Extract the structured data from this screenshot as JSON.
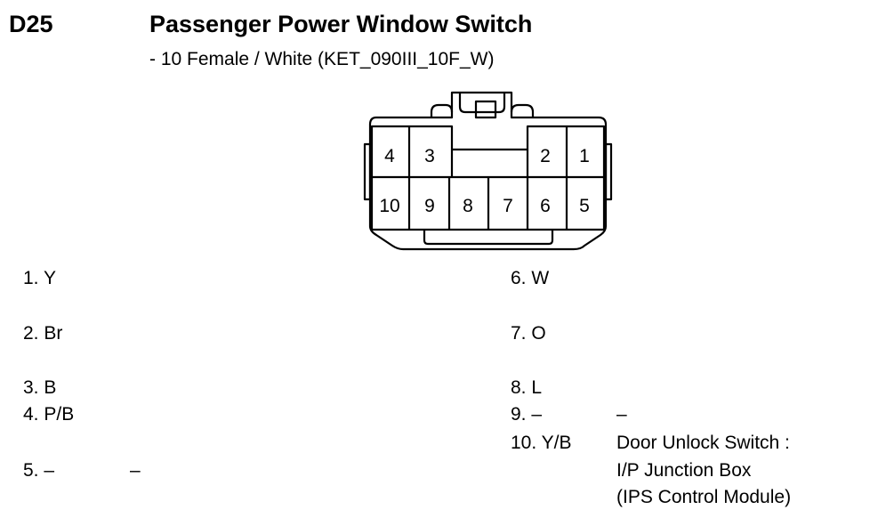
{
  "header": {
    "code": "D25",
    "title": "Passenger Power Window Switch",
    "subtitle": "- 10 Female / White (KET_090III_10F_W)"
  },
  "connector": {
    "top_row": [
      "4",
      "3",
      "2",
      "1"
    ],
    "bottom_row": [
      "10",
      "9",
      "8",
      "7",
      "6",
      "5"
    ]
  },
  "pins": {
    "left": [
      {
        "label": "1. Y",
        "desc": ""
      },
      {
        "label": "2. Br",
        "desc": ""
      },
      {
        "label": "3. B",
        "desc": ""
      },
      {
        "label": "4. P/B",
        "desc": ""
      },
      {
        "label": "5. –",
        "desc": "–"
      }
    ],
    "right": [
      {
        "label": "6. W",
        "desc": ""
      },
      {
        "label": "7. O",
        "desc": ""
      },
      {
        "label": "8. L",
        "desc": ""
      },
      {
        "label": "9. –",
        "desc": "–"
      },
      {
        "label": "10. Y/B",
        "desc": "Door Unlock Switch :",
        "desc2": "I/P Junction Box",
        "desc3": "(IPS Control Module)"
      }
    ]
  }
}
